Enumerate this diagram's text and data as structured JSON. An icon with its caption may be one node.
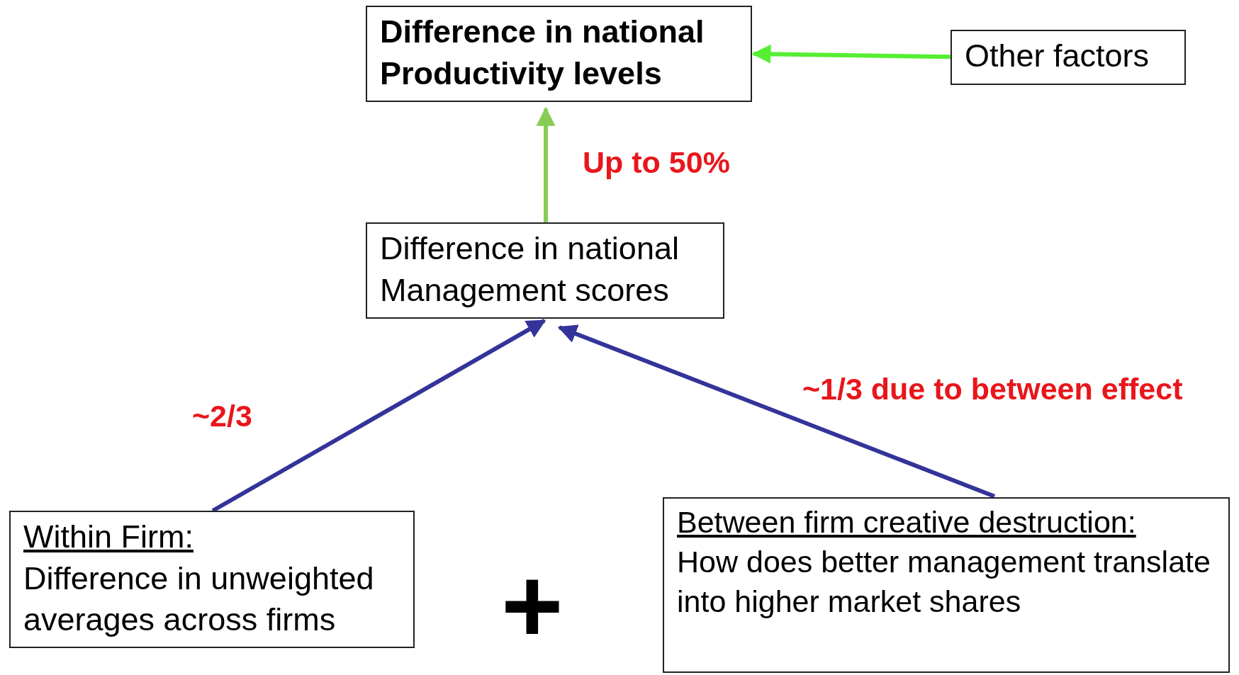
{
  "diagram": {
    "nodes": [
      {
        "text": [
          "Difference in national Productivity levels"
        ]
      },
      {
        "text": [
          "Other factors"
        ]
      },
      {
        "text": [
          "Difference in national Management scores"
        ]
      },
      {
        "text": [
          "Within Firm:",
          "Difference in unweighted averages across firms"
        ]
      },
      {
        "text": [
          "Between firm creative destruction:",
          "How does better management translate into higher market shares"
        ]
      }
    ],
    "edges": [
      {
        "from": 1,
        "to": 0,
        "arrow": "to",
        "color": "#55ee33"
      },
      {
        "from": 2,
        "to": 0,
        "arrow": "to",
        "label": "Up to 50%",
        "color": "#88cc55"
      },
      {
        "from": 3,
        "to": 2,
        "arrow": "to",
        "label": "~2/3",
        "color": "#333399"
      },
      {
        "from": 4,
        "to": 2,
        "arrow": "to",
        "label": "~1/3 due to between effect",
        "color": "#333399"
      }
    ],
    "labels": [
      "+"
    ]
  }
}
